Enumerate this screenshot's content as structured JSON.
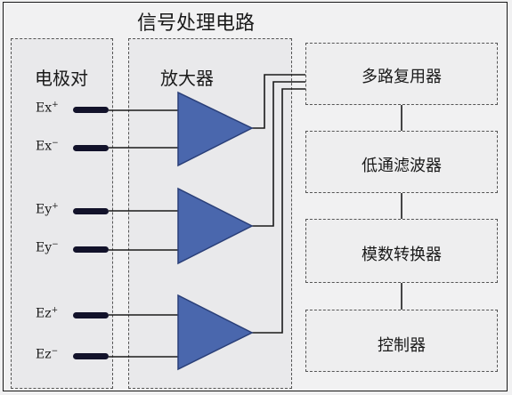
{
  "title": "信号处理电路",
  "electrode_group": {
    "title": "电极对"
  },
  "amplifier_group": {
    "title": "放大器"
  },
  "electrodes": [
    {
      "name": "Ex",
      "sign": "+"
    },
    {
      "name": "Ex",
      "sign": "−"
    },
    {
      "name": "Ey",
      "sign": "+"
    },
    {
      "name": "Ey",
      "sign": "−"
    },
    {
      "name": "Ez",
      "sign": "+"
    },
    {
      "name": "Ez",
      "sign": "−"
    }
  ],
  "stages": [
    {
      "label": "多路复用器"
    },
    {
      "label": "低通滤波器"
    },
    {
      "label": "模数转换器"
    },
    {
      "label": "控制器"
    }
  ],
  "colors": {
    "amplifier_fill": "#4a67ad",
    "amplifier_stroke": "#2a3f78",
    "electrode_pin": "#12122a",
    "wire": "#1a1a1a"
  }
}
